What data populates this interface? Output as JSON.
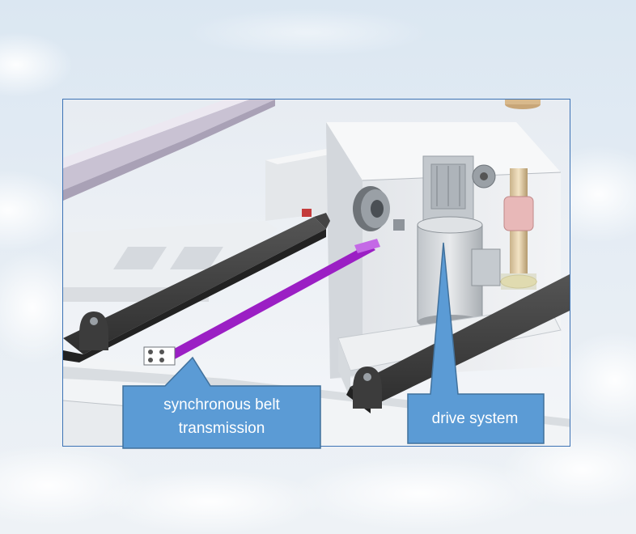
{
  "callouts": {
    "belt": {
      "line1": "synchronous belt",
      "line2": "transmission"
    },
    "drive": {
      "label": "drive system"
    }
  },
  "colors": {
    "callout_fill": "#5b9bd5",
    "callout_border": "#41719c",
    "frame_border": "#3d73b5",
    "belt_purple": "#9b1fc4",
    "rail_dark": "#3a3a3a",
    "sky_top": "#d9e6f2",
    "sky_bottom": "#eef2f6"
  },
  "icons": [
    "mechanical-assembly-render",
    "pulley-icon",
    "motor-icon",
    "gearbox-icon"
  ]
}
